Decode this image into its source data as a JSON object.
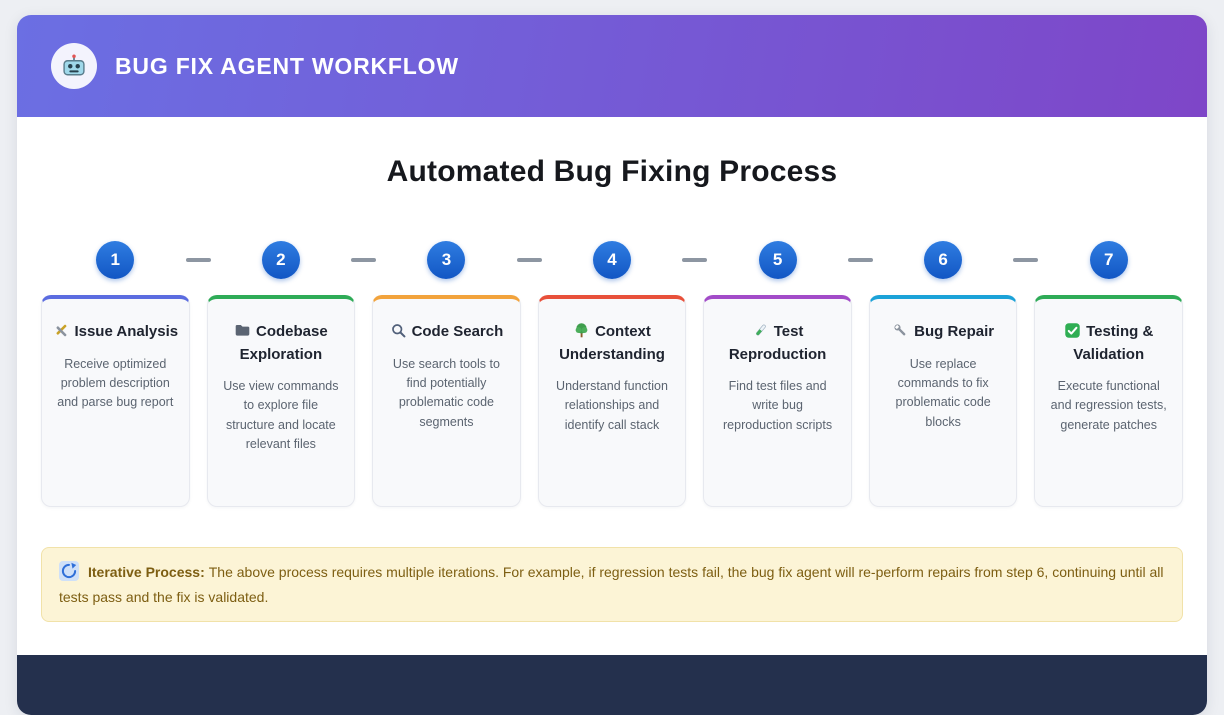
{
  "header": {
    "icon": "robot-icon",
    "title": "BUG FIX AGENT WORKFLOW"
  },
  "main": {
    "title": "Automated Bug Fixing Process"
  },
  "steps": [
    {
      "number": "1",
      "icon": "hammer-wrench-icon",
      "title": "Issue Analysis",
      "description": "Receive optimized problem description and parse bug report",
      "accent": "#5b6ce0"
    },
    {
      "number": "2",
      "icon": "folder-icon",
      "title": "Codebase Exploration",
      "description": "Use view commands to explore file structure and locate relevant files",
      "accent": "#2eab57"
    },
    {
      "number": "3",
      "icon": "magnifier-icon",
      "title": "Code Search",
      "description": "Use search tools to find potentially problematic code segments",
      "accent": "#f2a33c"
    },
    {
      "number": "4",
      "icon": "tree-icon",
      "title": "Context Understanding",
      "description": "Understand function relationships and identify call stack",
      "accent": "#e8503a"
    },
    {
      "number": "5",
      "icon": "test-tube-icon",
      "title": "Test Reproduction",
      "description": "Find test files and write bug reproduction scripts",
      "accent": "#a24bc8"
    },
    {
      "number": "6",
      "icon": "wrench-icon",
      "title": "Bug Repair",
      "description": "Use replace commands to fix problematic code blocks",
      "accent": "#1ba2d8"
    },
    {
      "number": "7",
      "icon": "check-icon",
      "title": "Testing & Validation",
      "description": "Execute functional and regression tests, generate patches",
      "accent": "#2eab57"
    }
  ],
  "note": {
    "icon": "refresh-icon",
    "label": "Iterative Process:",
    "text": "The above process requires multiple iterations. For example, if regression tests fail, the bug fix agent will re-perform repairs from step 6, continuing until all tests pass and the fix is validated."
  },
  "colors": {
    "header_gradient_start": "#6b6fe3",
    "header_gradient_end": "#7e46c8",
    "step_circle_top": "#2f7de1",
    "step_circle_bottom": "#1256c4",
    "note_bg": "#fcf4d6",
    "note_border": "#f1e2a9",
    "note_text": "#7d5e12",
    "footer_strip": "#24304d",
    "page_bg": "#edeff3",
    "card_bg": "#f8f9fb",
    "card_border": "#e7e9ef"
  }
}
